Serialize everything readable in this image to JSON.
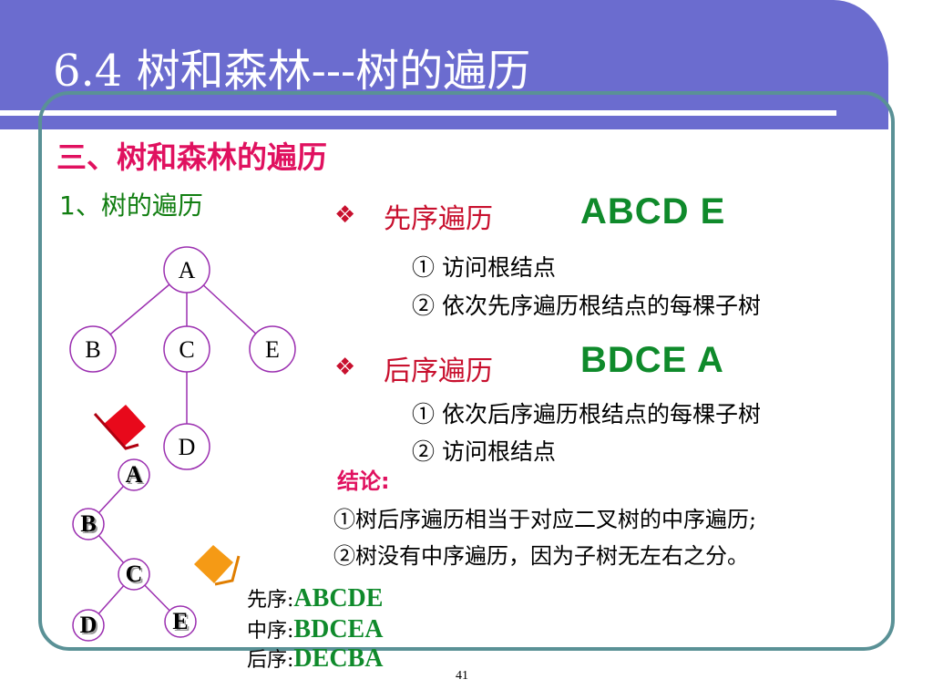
{
  "slide": {
    "title": "6.4 树和森林---树的遍历",
    "section_title": "三、树和森林的遍历",
    "subsection_title": "1、树的遍历",
    "page_number": "41"
  },
  "preorder": {
    "bullet": "❖",
    "label": "先序遍历",
    "sequence": "ABCD E",
    "steps": [
      "①  访问根结点",
      "②  依次先序遍历根结点的每棵子树"
    ]
  },
  "postorder": {
    "bullet": "❖",
    "label": "后序遍历",
    "sequence": "BDCE A",
    "steps": [
      "①  依次后序遍历根结点的每棵子树",
      "②  访问根结点"
    ]
  },
  "conclusion": {
    "label": "结论:",
    "lines": [
      "①树后序遍历相当于对应二叉树的中序遍历;",
      "②树没有中序遍历，因为子树无左右之分。"
    ]
  },
  "tree": {
    "nodes": [
      {
        "id": "A",
        "label": "A"
      },
      {
        "id": "B",
        "label": "B"
      },
      {
        "id": "C",
        "label": "C"
      },
      {
        "id": "E",
        "label": "E"
      },
      {
        "id": "D",
        "label": "D"
      }
    ],
    "edges": [
      [
        "A",
        "B"
      ],
      [
        "A",
        "C"
      ],
      [
        "A",
        "E"
      ],
      [
        "C",
        "D"
      ]
    ]
  },
  "binary_tree": {
    "nodes": [
      {
        "id": "A",
        "label": "A"
      },
      {
        "id": "B",
        "label": "B"
      },
      {
        "id": "C",
        "label": "C"
      },
      {
        "id": "D",
        "label": "D"
      },
      {
        "id": "E",
        "label": "E"
      }
    ],
    "edges": [
      [
        "A",
        "B"
      ],
      [
        "B",
        "C"
      ],
      [
        "C",
        "D"
      ],
      [
        "C",
        "E"
      ]
    ]
  },
  "binary_orders": [
    {
      "label": "先序:",
      "value": "ABCDE"
    },
    {
      "label": "中序:",
      "value": "BDCEA"
    },
    {
      "label": "后序:",
      "value": "DECBA"
    }
  ],
  "colors": {
    "header": "#6b6ccf",
    "frame": "#5a9196",
    "section": "#e0115f",
    "accent_green": "#0f8a2b",
    "red_diamond": "#e8091b",
    "orange_diamond": "#f59a15",
    "node_stroke": "#9b2fb0"
  },
  "icons": [
    "red-diamond-arrow-icon",
    "orange-diamond-arrow-icon"
  ]
}
